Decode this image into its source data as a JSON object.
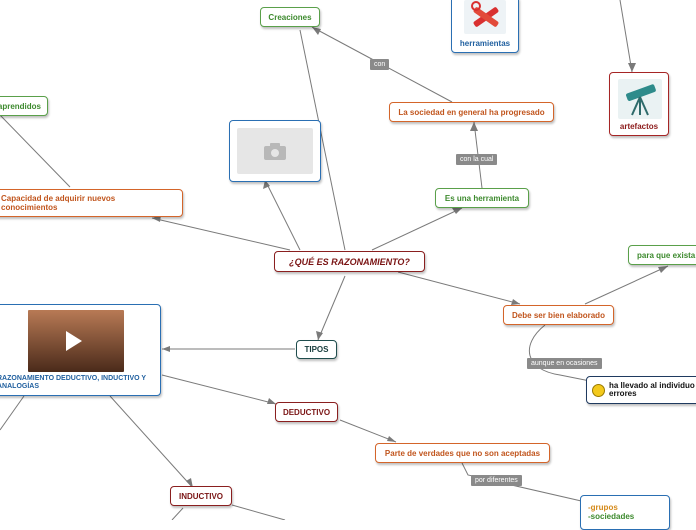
{
  "nodes": {
    "root": "¿QUÉ ES RAZONAMIENTO?",
    "creaciones": "Creaciones",
    "herramientas": "herramientas",
    "artefactos": "artefactos",
    "sociedad": "La sociedad en general ha progresado",
    "es_herramienta": "Es una herramienta",
    "aprendidos": "aprendidos",
    "capacidad": "Capacidad de adquirir nuevos conocimientos",
    "tipos": "TIPOS",
    "video_title": "RAZONAMIENTO DEDUCTIVO, INDUCTIVO Y ANALOGÍAS",
    "deductivo": "DEDUCTIVO",
    "inductivo": "INDUCTIVO",
    "bien_elaborado": "Debe ser bien elaborado",
    "para_que": "para que exista",
    "errores": "ha llevado al individuo a errores",
    "parte_verdades": "Parte de verdades que no son aceptadas",
    "grupos": "-grupos",
    "sociedades": "-sociedades"
  },
  "edge_labels": {
    "con": "con",
    "con_la_cual": "con la cual",
    "aunque": "aunque en ocasiones",
    "por_diferentes": "por diferentes"
  },
  "icons": {
    "tools": "wrench-pencil-icon",
    "telescope": "telescope-icon",
    "camera": "camera-placeholder-icon",
    "video": "play-icon",
    "emoji": "smiley-icon"
  }
}
